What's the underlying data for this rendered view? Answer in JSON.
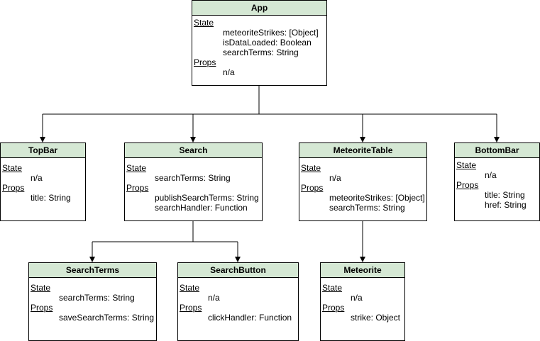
{
  "labels": {
    "state": "State",
    "props": "Props"
  },
  "colors": {
    "header_fill": "#d5e8d4",
    "border": "#000000",
    "line": "#000000"
  },
  "nodes": {
    "app": {
      "title": "App",
      "state": [
        "meteoriteStrikes: [Object]",
        "isDataLoaded: Boolean",
        "searchTerms: String"
      ],
      "props": [
        "n/a"
      ]
    },
    "topbar": {
      "title": "TopBar",
      "state": [
        "n/a"
      ],
      "props": [
        "title: String"
      ]
    },
    "search": {
      "title": "Search",
      "state": [
        "searchTerms: String"
      ],
      "props": [
        "publishSearchTerms: String",
        "searchHandler: Function"
      ]
    },
    "meteoritetable": {
      "title": "MeteoriteTable",
      "state": [
        "n/a"
      ],
      "props": [
        "meteoriteStrikes: [Object]",
        "searchTerms: String"
      ]
    },
    "bottombar": {
      "title": "BottomBar",
      "state": [
        "n/a"
      ],
      "props": [
        "title: String",
        "href: String"
      ]
    },
    "searchterms": {
      "title": "SearchTerms",
      "state": [
        "searchTerms: String"
      ],
      "props": [
        "saveSearchTerms: String"
      ]
    },
    "searchbutton": {
      "title": "SearchButton",
      "state": [
        "n/a"
      ],
      "props": [
        "clickHandler: Function"
      ]
    },
    "meteorite": {
      "title": "Meteorite",
      "state": [
        "n/a"
      ],
      "props": [
        "strike: Object"
      ]
    }
  }
}
